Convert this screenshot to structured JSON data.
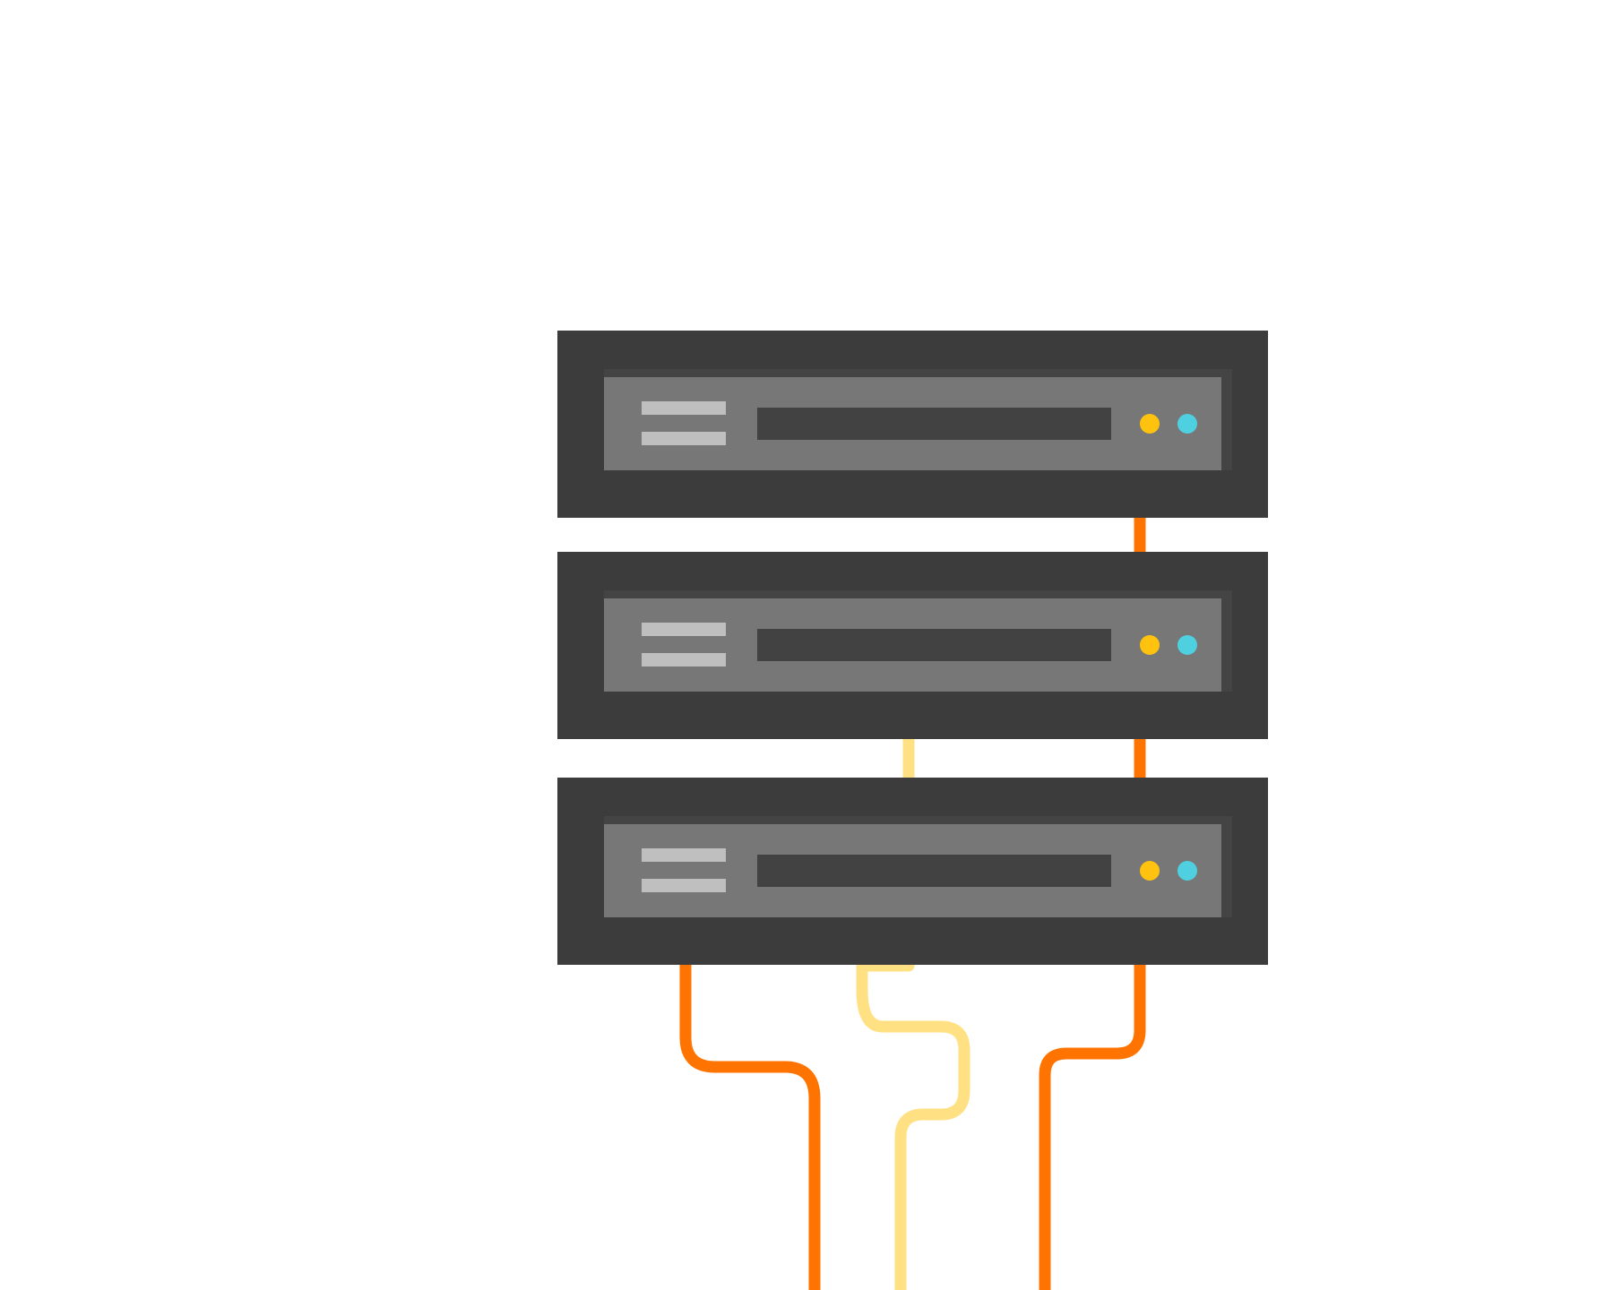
{
  "scene": {
    "subject": "server-rack",
    "server_units": 3,
    "colors": {
      "background": "#ffffff",
      "chassis": "#3c3c3c",
      "chassis_inner_shadow": "#444444",
      "front_panel": "#777777",
      "drive_slot": "#424242",
      "vent_bar": "#bfbfbf",
      "status_led_amber": "#ffc20e",
      "status_led_cyan": "#4fd0e0",
      "cable_orange": "#ff7300",
      "cable_yellow": "#ffe082"
    },
    "servers": [
      {
        "id": "server-1",
        "leds": [
          "amber",
          "cyan"
        ],
        "vent_bars": 2
      },
      {
        "id": "server-2",
        "leds": [
          "amber",
          "cyan"
        ],
        "vent_bars": 2
      },
      {
        "id": "server-3",
        "leds": [
          "amber",
          "cyan"
        ],
        "vent_bars": 2
      }
    ],
    "cables": [
      {
        "id": "cable-orange-left",
        "color": "cable_orange"
      },
      {
        "id": "cable-yellow-middle",
        "color": "cable_yellow"
      },
      {
        "id": "cable-orange-right",
        "color": "cable_orange"
      }
    ]
  }
}
